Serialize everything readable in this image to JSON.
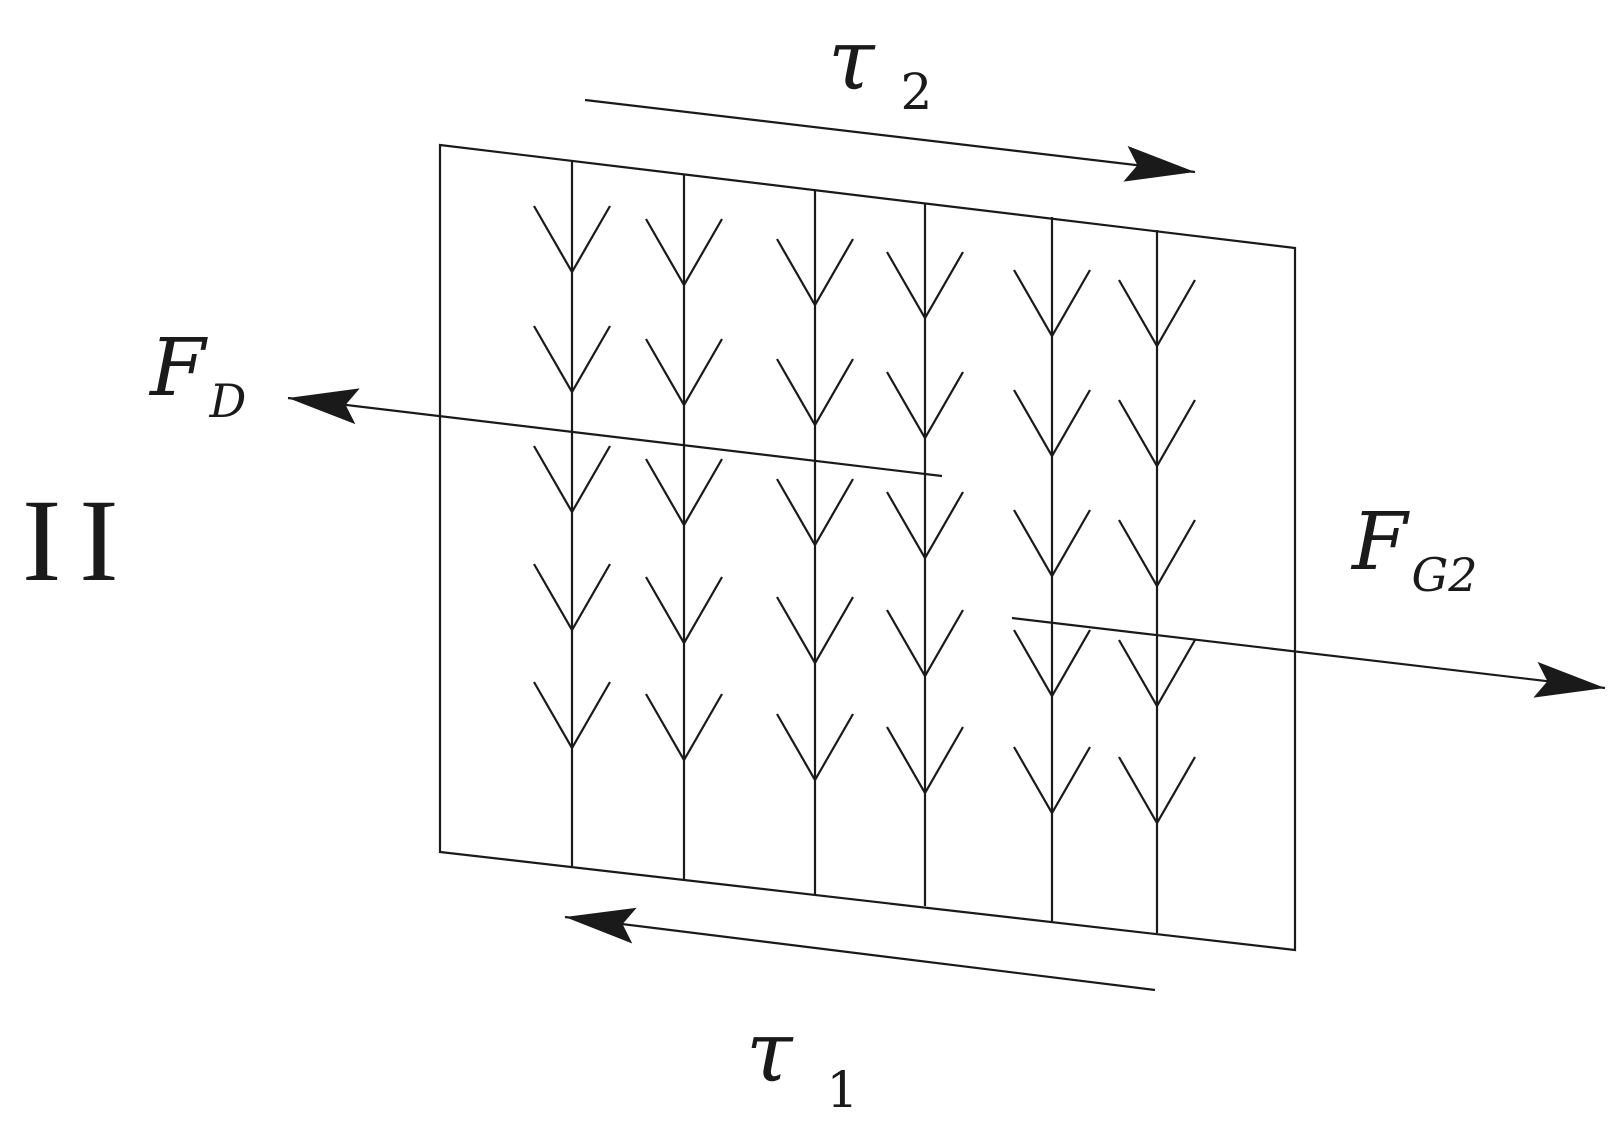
{
  "region_label": "II",
  "labels": {
    "tau_top": {
      "symbol": "τ",
      "subscript": "2"
    },
    "tau_bottom": {
      "symbol": "τ",
      "subscript": "1"
    },
    "f_d": {
      "symbol": "F",
      "subscript": "D"
    },
    "f_g2": {
      "symbol": "F",
      "subscript": "G2"
    }
  },
  "colors": {
    "line": "#1a1a1a",
    "background": "#ffffff"
  }
}
